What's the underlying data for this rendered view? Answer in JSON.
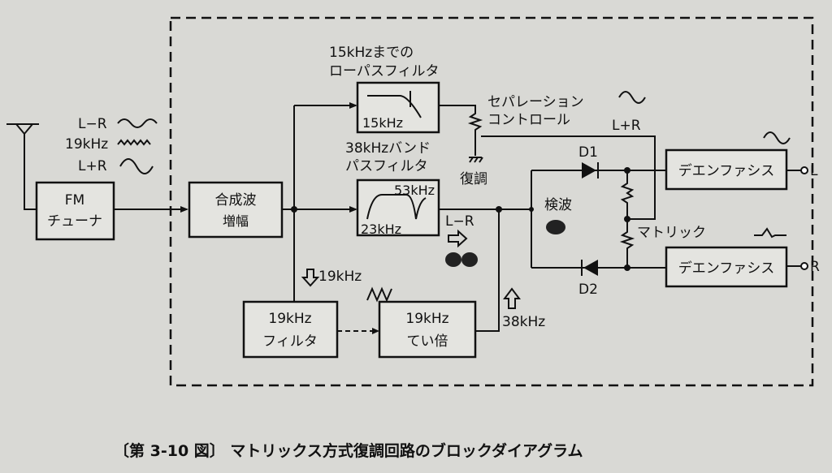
{
  "diagram": {
    "colors": {
      "ink": "#111111",
      "paper": "#d9d9d5"
    },
    "input_signals": {
      "l_minus_r": "L−R",
      "pilot": "19kHz",
      "l_plus_r": "L+R"
    },
    "blocks": {
      "fm_tuner": [
        "FM",
        "チューナ"
      ],
      "composite_amp": [
        "合成波",
        "増幅"
      ],
      "lpf": {
        "label1": "15kHzまでの",
        "label2": "ローパスフィルタ",
        "inner": "15kHz"
      },
      "bpf": {
        "label1": "38kHzバンド",
        "label2": "パスフィルタ",
        "inner_low": "23kHz",
        "inner_high": "53kHz"
      },
      "filter19": [
        "19kHz",
        "フィルタ"
      ],
      "doubler": [
        "19kHz",
        "てい倍"
      ],
      "deemph_l": "デエンファシス",
      "deemph_r": "デエンファシス"
    },
    "labels": {
      "separation1": "セパレーション",
      "separation2": "コントロール",
      "lr_sum": "L+R",
      "demod": "復調",
      "lr_diff": "L−R",
      "detect": "検波",
      "matrix": "マトリック",
      "d1": "D1",
      "d2": "D2",
      "pilot_19": "19kHz",
      "sub_38": "38kHz",
      "out_l": "L",
      "out_r": "R"
    },
    "caption": "〔第 3-10 図〕 マトリックス方式復調回路のブロックダイアグラム"
  }
}
